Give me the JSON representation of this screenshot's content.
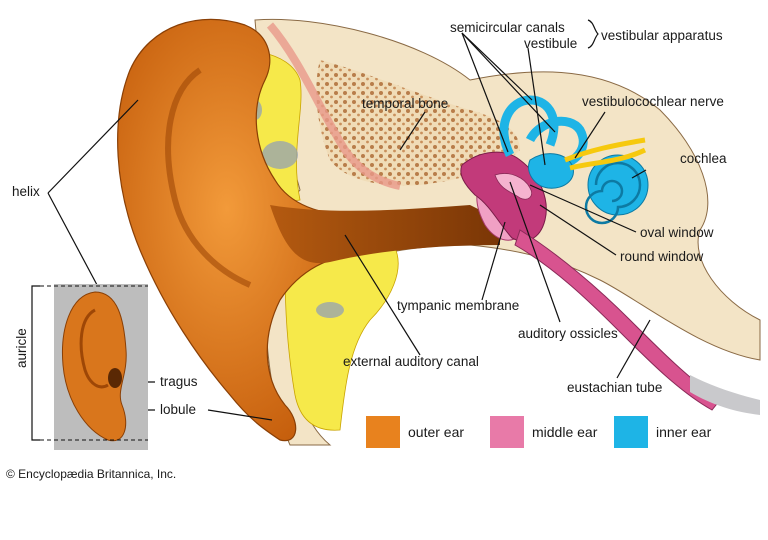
{
  "labels": {
    "semicircular_canals": "semicircular canals",
    "vestibule": "vestibule",
    "vestibular_apparatus": "vestibular apparatus",
    "temporal_bone": "temporal bone",
    "vestibulocochlear_nerve": "vestibulocochlear nerve",
    "cochlea": "cochlea",
    "helix": "helix",
    "oval_window": "oval window",
    "round_window": "round window",
    "tympanic_membrane": "tympanic membrane",
    "auditory_ossicles": "auditory ossicles",
    "external_auditory_canal": "external auditory canal",
    "eustachian_tube": "eustachian tube",
    "auricle": "auricle",
    "tragus": "tragus",
    "lobule": "lobule"
  },
  "legend": [
    {
      "label": "outer ear",
      "color": "#e8821e"
    },
    {
      "label": "middle ear",
      "color": "#e87aa8"
    },
    {
      "label": "inner ear",
      "color": "#1eb4e6"
    }
  ],
  "credit": "© Encyclopædia Britannica, Inc.",
  "colors": {
    "bone": "#f3e4c6",
    "bone_pores": "#b87d4a",
    "marrow": "#f6e94a",
    "outer_ear": "#e8821e",
    "middle_ear": "#c23a7a",
    "inner_ear": "#1eb4e6",
    "nerve": "#f6c90e"
  }
}
